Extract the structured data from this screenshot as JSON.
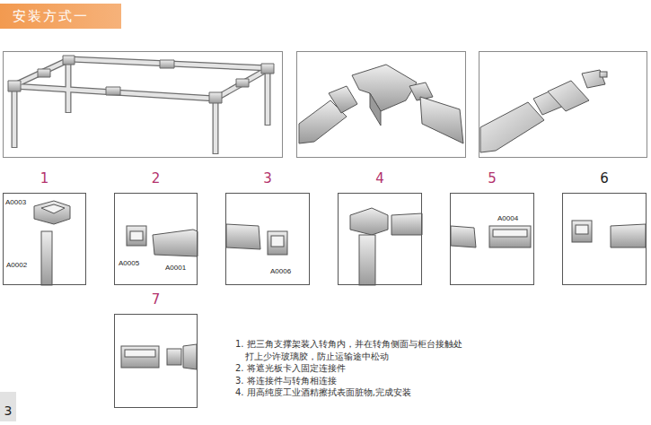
{
  "diagram": {
    "title": "安装方式一",
    "nodes": [
      {
        "text": [
          "1",
          "A0003",
          "A0002"
        ]
      },
      {
        "text": [
          "2",
          "A0005",
          "A0001"
        ]
      },
      {
        "text": [
          "3",
          "A0006"
        ]
      },
      {
        "text": [
          "4"
        ]
      },
      {
        "text": [
          "5",
          "A0004"
        ]
      },
      {
        "text": [
          "6"
        ]
      },
      {
        "text": [
          "7"
        ]
      },
      {
        "text": [
          "3"
        ]
      }
    ],
    "labels": [
      "1. 把三角支撑架装入转角内，并在转角侧面与柜台接触处 打上少许玻璃胶，防止运输途中松动",
      "2. 将遮光板卡入固定连接件",
      "3. 将连接件与转角相连接",
      "4. 用高纯度工业酒精擦拭表面脏物,完成安装"
    ]
  }
}
